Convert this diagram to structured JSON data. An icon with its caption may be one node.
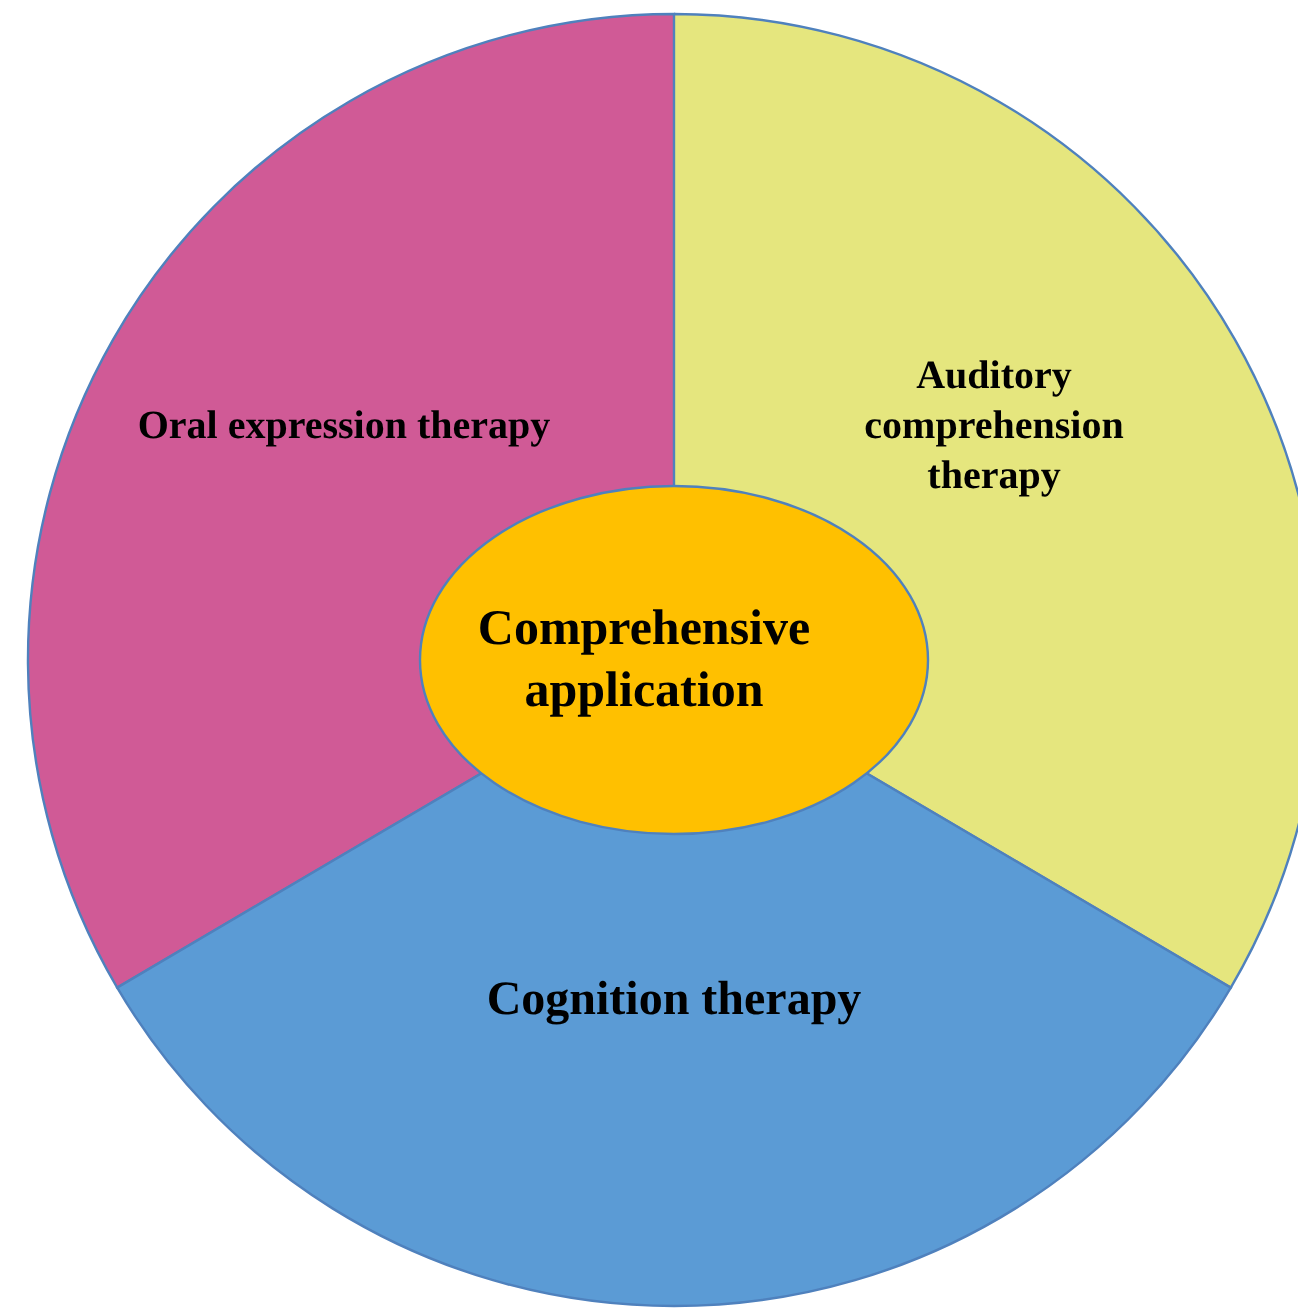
{
  "diagram": {
    "nodes": [
      {
        "text": [
          "Oral expression therapy"
        ]
      },
      {
        "text": [
          "Auditory comprehension therapy"
        ]
      },
      {
        "text": [
          "Comprehensive application"
        ]
      },
      {
        "text": [
          "Cognition therapy"
        ]
      }
    ]
  }
}
